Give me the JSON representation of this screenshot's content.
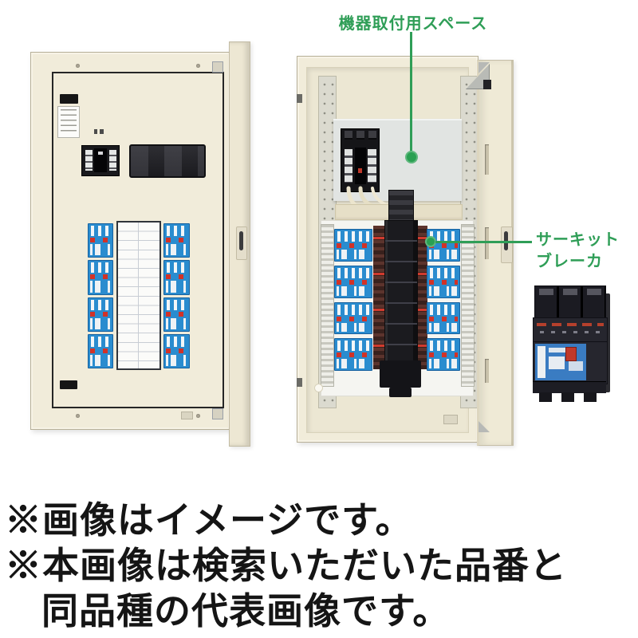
{
  "figure": {
    "description": "電灯分電盤：扉を閉じた外観と扉を開いた内部、およびサーキットブレーカ単体の製品画像",
    "cabinet_color": "#f1ecda",
    "branch_breaker_color": "#2a8ccf",
    "breaker_red_label_color": "#d23227",
    "main_breaker_color": "#151518",
    "mounting_plate_color": "#e1e4e2",
    "branch_breaker_groups_per_column": 4,
    "branch_breaker_columns_closed_view": 2,
    "branch_breaker_columns_open_view": 2,
    "main_breaker_poles": 3
  },
  "annotations": {
    "accent_color": "#2f9e57",
    "equipment_space_label": "機器取付用スペース",
    "circuit_breaker_label_line1": "サーキット",
    "circuit_breaker_label_line2": "ブレーカ"
  },
  "disclaimer": {
    "text_color": "#151515",
    "line1": "※画像はイメージです。",
    "line2": "※本画像は検索いただいた品番と",
    "line3": "同品種の代表画像です。"
  }
}
